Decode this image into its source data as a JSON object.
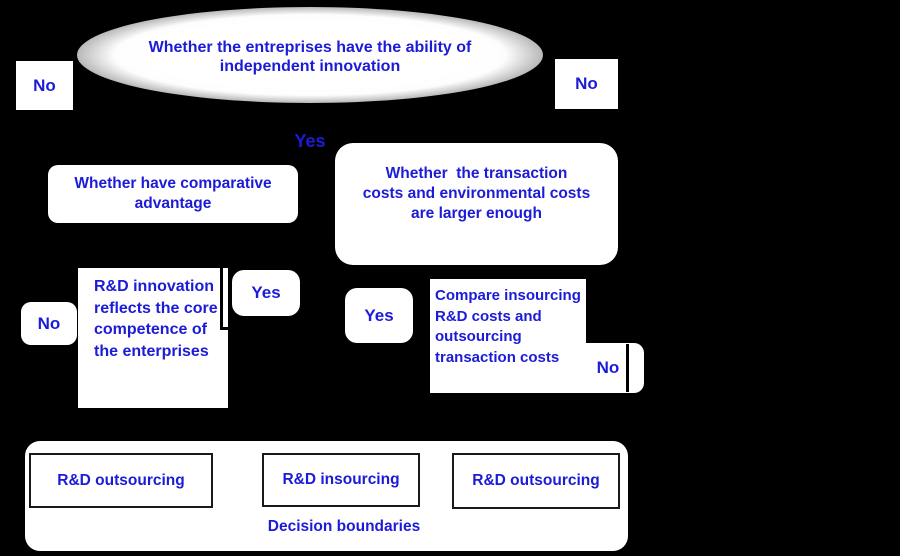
{
  "canvas": {
    "background": "#000000",
    "shape_fill": "#ffffff",
    "text_color": "#1b1bd8",
    "connector_color": "#000000",
    "decision_box_border": "#1a1a1a"
  },
  "nodes": {
    "ellipse": {
      "line1": "Whether the entreprises have the ability of",
      "line2": "independent innovation"
    },
    "no_top_left": {
      "label": "No"
    },
    "no_top_right": {
      "label": "No"
    },
    "yes_branch": {
      "label": "Yes"
    },
    "comparative": {
      "line1": "Whether have comparative",
      "line2": "advantage"
    },
    "transaction": {
      "line1": "Whether  the transaction",
      "line2": "costs and environmental costs",
      "line3": "are larger enough"
    },
    "innovation": {
      "line1": "R&D innovation",
      "line2": "reflects the core",
      "line3": "competence of",
      "line4": "the enterprises"
    },
    "no_mid_left": {
      "label": "No"
    },
    "yes_mid_left": {
      "label": "Yes"
    },
    "yes_mid_right": {
      "label": "Yes"
    },
    "compare": {
      "line1": "Compare insourcing",
      "line2": "R&D costs and",
      "line3": "outsourcing",
      "line4": "transaction costs"
    },
    "no_mid_right": {
      "label": "No"
    },
    "decisions": {
      "outsourcing_left": "R&D outsourcing",
      "insourcing": "R&D insourcing",
      "outsourcing_right": "R&D outsourcing",
      "caption": "Decision boundaries"
    }
  }
}
